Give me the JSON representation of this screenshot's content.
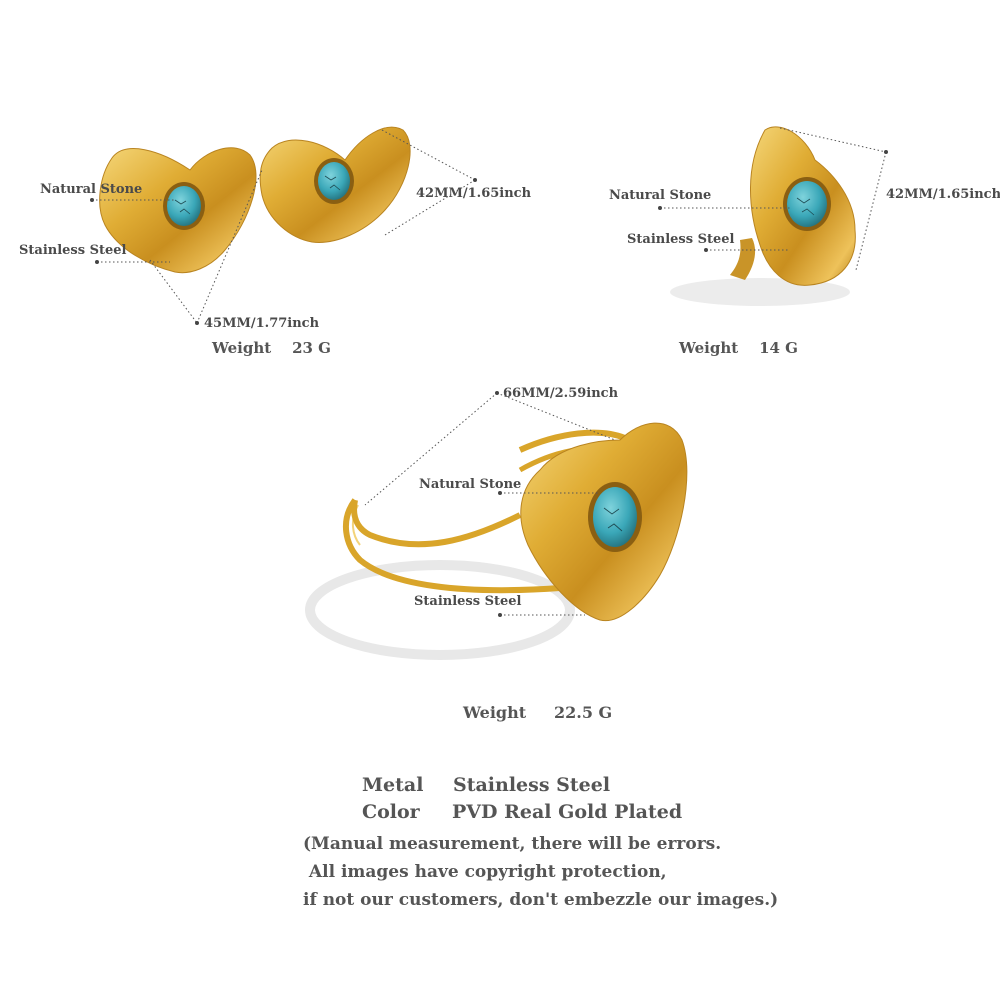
{
  "earrings": {
    "stone_label": "Natural  Stone",
    "steel_label": "Stainless Steel",
    "height_measure": "42MM/1.65inch",
    "width_measure": "45MM/1.77inch",
    "weight_label": "Weight",
    "weight_value": "23  G"
  },
  "ring": {
    "stone_label": "Natural  Stone",
    "steel_label": "Stainless Steel",
    "height_measure": "42MM/1.65inch",
    "weight_label": "Weight",
    "weight_value": "14  G"
  },
  "bracelet": {
    "length_measure": "66MM/2.59inch",
    "stone_label": "Natural  Stone",
    "steel_label": "Stainless Steel",
    "weight_label": "Weight",
    "weight_value": "22.5  G"
  },
  "specs": {
    "metal_label": "Metal",
    "metal_value": "Stainless Steel",
    "color_label": "Color",
    "color_value": "PVD Real Gold Plated"
  },
  "notes": {
    "line1": "(Manual measurement, there will be errors.",
    "line2": " All images have copyright protection,",
    "line3": "if not our customers, don't embezzle our images.)"
  },
  "colors": {
    "gold": "#d9a52a",
    "gold_light": "#f2cf6b",
    "gold_dark": "#a9771a",
    "turquoise": "#3aa7b8",
    "text": "#555555"
  }
}
